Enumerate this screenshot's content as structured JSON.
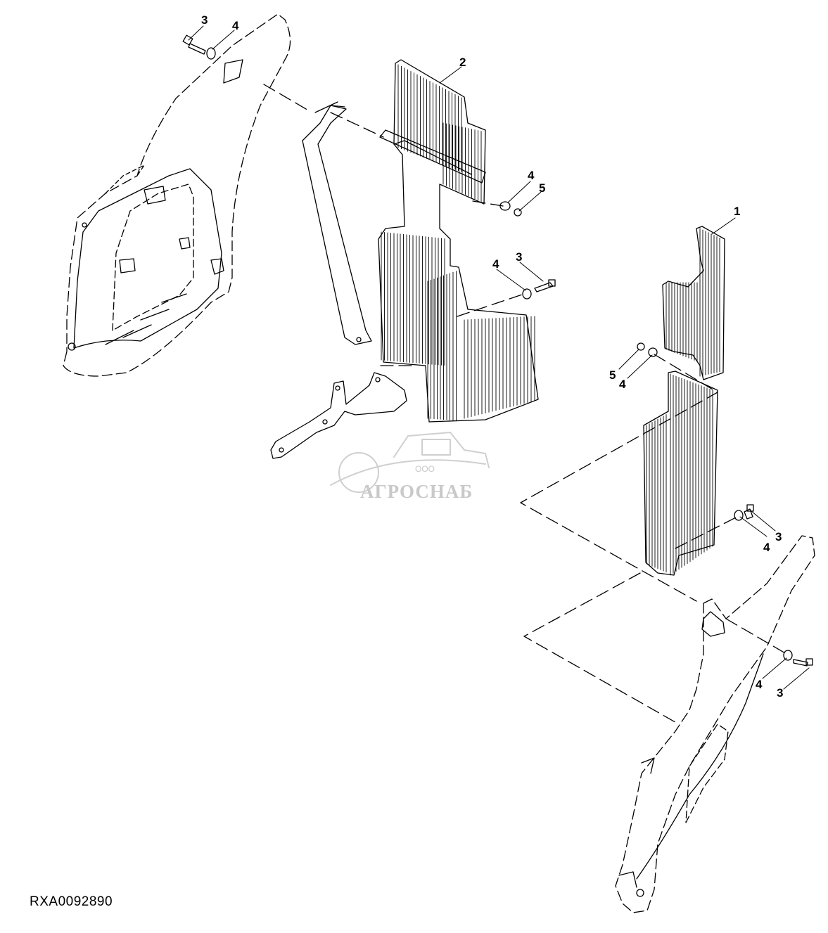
{
  "figure_id": "RXA0092890",
  "watermark": {
    "prefix": "ООО",
    "name": "АГРОСНАБ"
  },
  "callouts": {
    "c1": "3",
    "c2": "4",
    "c3": "2",
    "c4": "4",
    "c5": "5",
    "c6": "4",
    "c7": "3",
    "c8": "1",
    "c9": "5",
    "c10": "4",
    "c11": "3",
    "c12": "4",
    "c13": "4",
    "c14": "3"
  },
  "colors": {
    "line": "#000000",
    "watermark": "#c9c9c9",
    "background": "#ffffff"
  }
}
